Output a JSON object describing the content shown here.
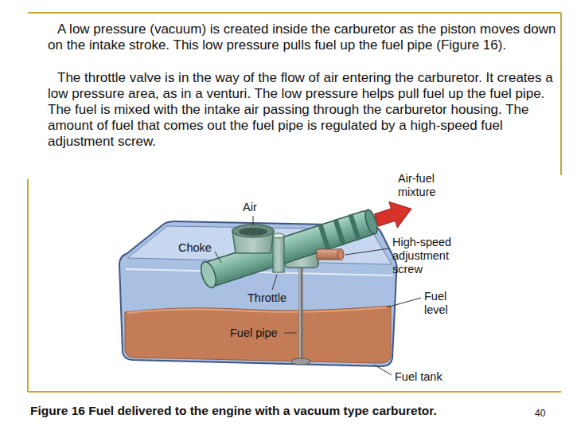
{
  "diagram": {
    "caption": "Figure 16 Fuel delivered to the engine with a vacuum type carburetor.",
    "labels": [
      "A low pressure (vacuum) is created inside the carburetor as the piston moves down on the intake stroke. This low pressure pulls fuel up the fuel pipe (Figure 16).",
      "The throttle valve is in the way of the flow of air entering the carburetor. It creates a low pressure area, as in a venturi. The low pressure helps pull fuel up the fuel pipe. The fuel is mixed with the intake air passing through the carburetor housing. The amount of fuel that comes out the fuel pipe is regulated by a high-speed fuel adjustment screw.",
      "Air",
      "Air-fuel mixture",
      "Choke",
      "High-speed adjustment screw",
      "Throttle",
      "Fuel level",
      "Fuel pipe",
      "Fuel tank",
      "40"
    ]
  }
}
